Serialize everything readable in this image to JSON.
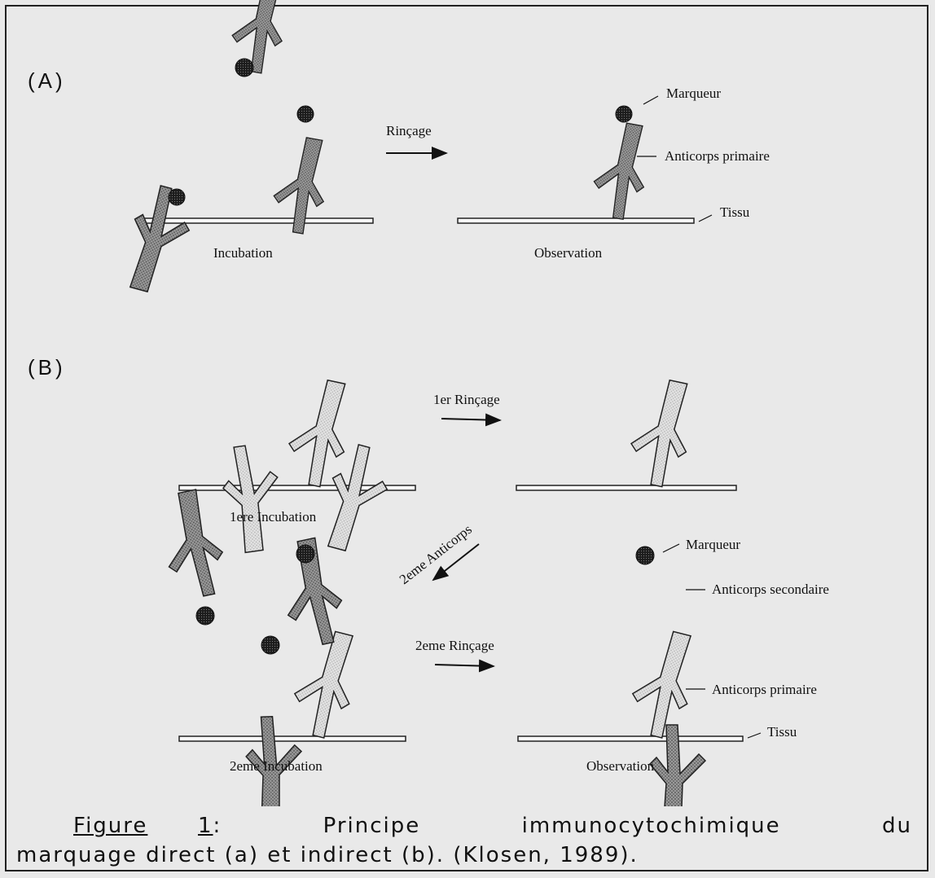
{
  "panel_a": {
    "label": "(A)",
    "rinse": "Rinçage",
    "marker": "Marqueur",
    "primary": "Anticorps primaire",
    "tissue": "Tissu",
    "incubation": "Incubation",
    "observation": "Observation"
  },
  "panel_b": {
    "label": "(B)",
    "rinse1": "1er Rinçage",
    "incubation1": "1ere Incubation",
    "second_antibody": "2eme Anticorps",
    "marker": "Marqueur",
    "secondary": "Anticorps secondaire",
    "rinse2": "2eme Rinçage",
    "primary": "Anticorps primaire",
    "tissue": "Tissu",
    "incubation2": "2eme Incubation",
    "observation": "Observation"
  },
  "caption": {
    "figure": "Figure",
    "number": "1",
    "line1_word1": "Principe",
    "line1_word2": "immunocytochimique",
    "line1_word3": "du",
    "line2": "marquage direct (a) et indirect (b). (Klosen, 1989)."
  }
}
